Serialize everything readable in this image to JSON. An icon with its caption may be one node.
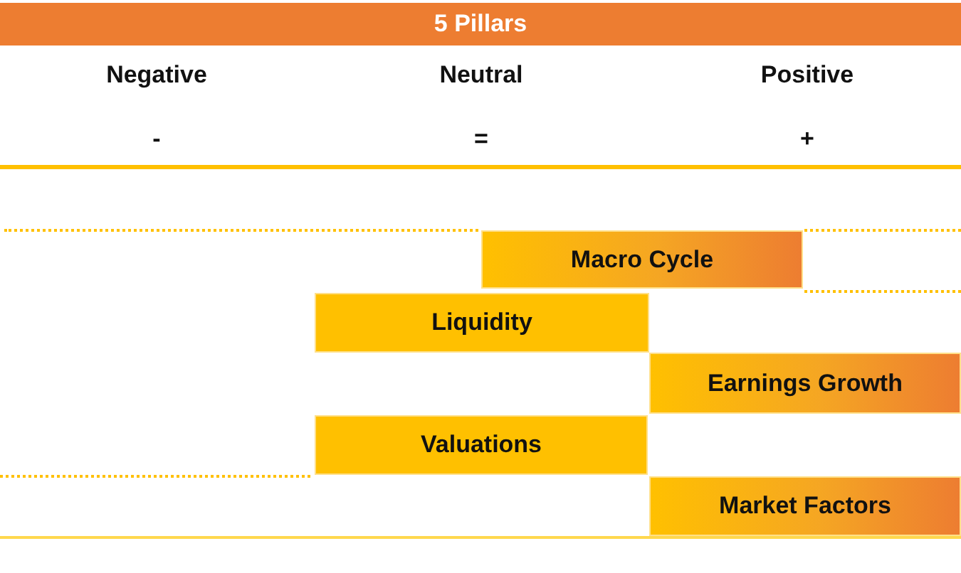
{
  "diagram": {
    "title": "5 Pillars",
    "nodes": [
      {
        "text": [
          "Macro Cycle"
        ]
      },
      {
        "text": [
          "Liquidity"
        ]
      },
      {
        "text": [
          "Earnings Growth"
        ]
      },
      {
        "text": [
          "Valuations"
        ]
      },
      {
        "text": [
          "Market Factors"
        ]
      }
    ],
    "edges": [],
    "labels": [
      "Negative",
      "Neutral",
      "Positive",
      "-",
      "=",
      "+"
    ]
  }
}
